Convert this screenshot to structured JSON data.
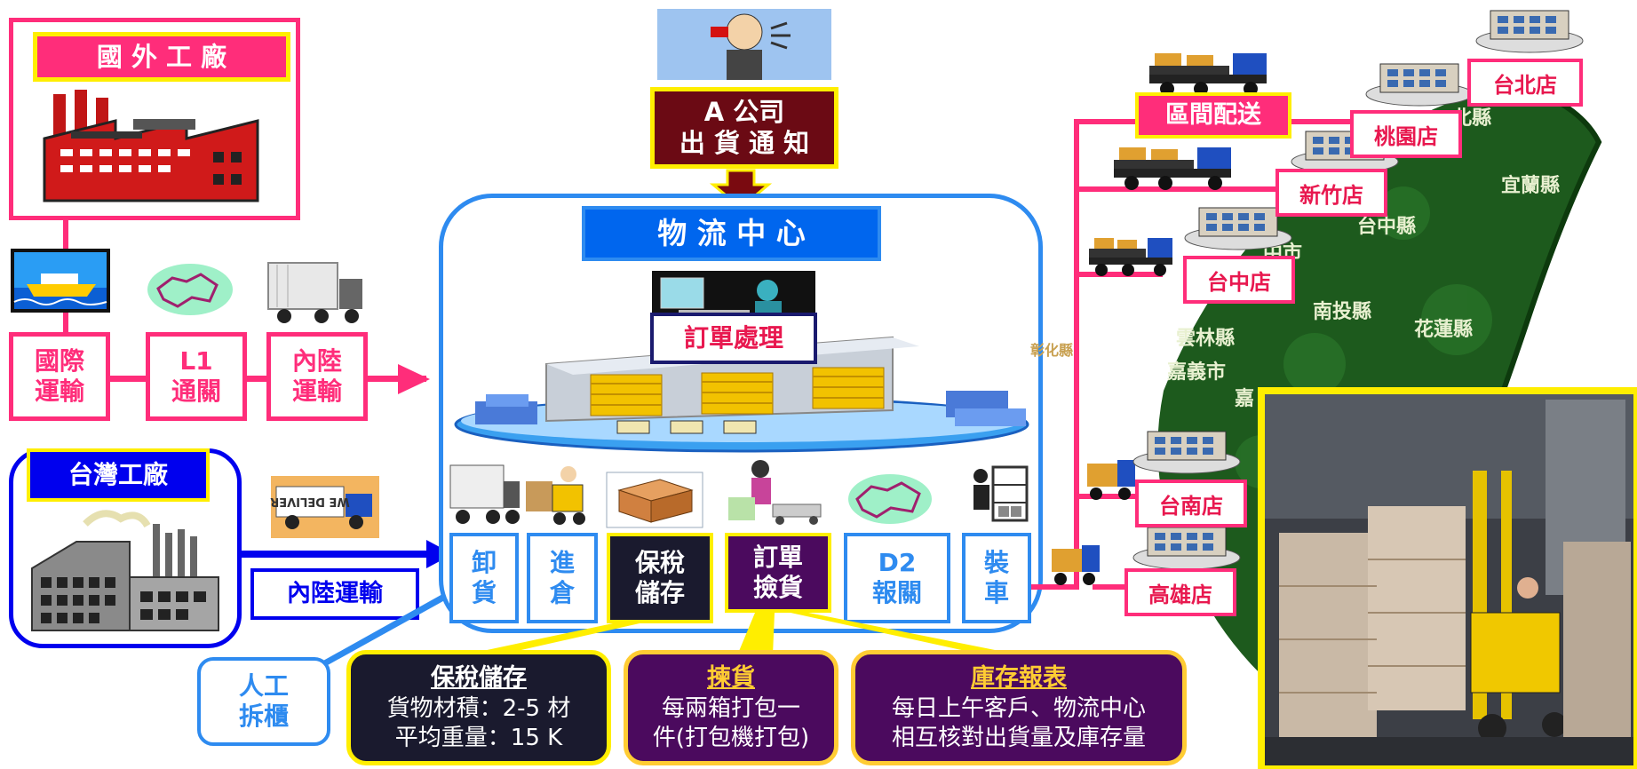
{
  "foreign_factory": {
    "title": "國 外 工 廠"
  },
  "inbound_steps": [
    {
      "label": "國際\n運輸"
    },
    {
      "label": "L1\n通關"
    },
    {
      "label": "內陸\n運輸"
    }
  ],
  "taiwan_factory": {
    "title": "台灣工廠",
    "transport_label": "內陸運輸"
  },
  "truck_text": "WE DELIVER",
  "manual_unload": {
    "label": "人工\n拆櫃"
  },
  "notice": {
    "label": "A 公司\n出 貨 通 知"
  },
  "logistics_center": {
    "title": "物 流 中 心",
    "order_processing": "訂單處理",
    "steps": [
      {
        "label": "卸\n貨"
      },
      {
        "label": "進\n倉"
      },
      {
        "label": "保稅\n儲存"
      },
      {
        "label": "訂單\n撿貨"
      },
      {
        "label": "D2\n報關"
      },
      {
        "label": "裝\n車"
      }
    ]
  },
  "callouts": {
    "bonded": {
      "title": "保稅儲存",
      "line1": "貨物材積：2-5 材",
      "line2": "平均重量：15 K"
    },
    "picking": {
      "title": "揀貨",
      "line1": "每兩箱打包一",
      "line2": "件(打包機打包)"
    },
    "report": {
      "title": "庫存報表",
      "line1": "每日上午客戶、物流中心",
      "line2": "相互核對出貨量及庫存量"
    }
  },
  "distribution": {
    "label": "區間配送"
  },
  "stores": [
    "台北店",
    "桃園店",
    "新竹店",
    "台中店",
    "台南店",
    "高雄店"
  ],
  "map_labels": [
    "北縣",
    "宜蘭縣",
    "台中縣",
    "中市",
    "南投縣",
    "花蓮縣",
    "雲林縣",
    "嘉義市",
    "嘉",
    "彰化縣"
  ],
  "colors": {
    "pink": "#ff2d7a",
    "blue": "#2e8bf0",
    "navy": "#0000ee",
    "maroon": "#6b0a14",
    "yellow": "#ffee00",
    "dark": "#1a1a2e",
    "purple": "#4b0a5e"
  }
}
